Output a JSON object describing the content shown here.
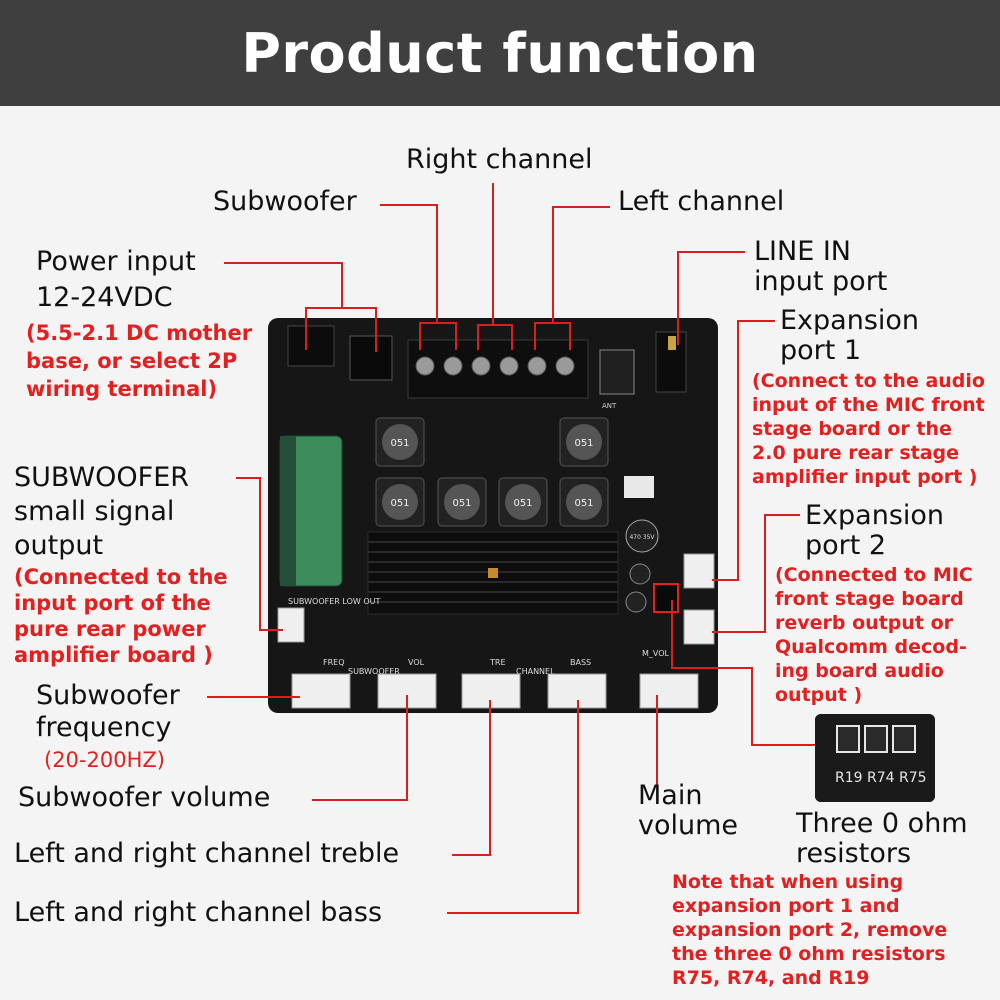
{
  "header": {
    "title": "Product function"
  },
  "labels": {
    "right_channel": "Right channel",
    "subwoofer": "Subwoofer",
    "left_channel": "Left channel",
    "power_input_line1": "Power input",
    "power_input_line2": "12-24VDC",
    "power_input_note_line1": "(5.5-2.1 DC mother",
    "power_input_note_line2": "base, or select 2P",
    "power_input_note_line3": "wiring terminal)",
    "line_in_line1": "LINE IN",
    "line_in_line2": "input port",
    "expansion1_line1": "Expansion",
    "expansion1_line2": "port 1",
    "expansion1_note_line1": "(Connect to the audio",
    "expansion1_note_line2": "input of the MIC front",
    "expansion1_note_line3": "stage board or the",
    "expansion1_note_line4": "2.0 pure rear stage",
    "expansion1_note_line5": "amplifier input port )",
    "sub_out_line1": "SUBWOOFER",
    "sub_out_line2": "small signal",
    "sub_out_line3": "output",
    "sub_out_note_line1": "(Connected to the",
    "sub_out_note_line2": "input port of the",
    "sub_out_note_line3": "pure rear power",
    "sub_out_note_line4": "amplifier board )",
    "expansion2_line1": "Expansion",
    "expansion2_line2": "port 2",
    "expansion2_note_line1": "(Connected to MIC",
    "expansion2_note_line2": "front stage board",
    "expansion2_note_line3": "reverb output or",
    "expansion2_note_line4": "Qualcomm decod-",
    "expansion2_note_line5": "ing board audio",
    "expansion2_note_line6": "output )",
    "sub_freq_line1": "Subwoofer",
    "sub_freq_line2": "frequency",
    "sub_freq_note": "(20-200HZ)",
    "sub_volume": "Subwoofer volume",
    "main_volume_line1": "Main",
    "main_volume_line2": "volume",
    "treble": "Left and right channel treble",
    "bass": "Left and right channel bass",
    "resistors_line1": "Three 0 ohm",
    "resistors_line2": "resistors",
    "resistors_note_line1": "Note that when using",
    "resistors_note_line2": "expansion port 1 and",
    "resistors_note_line3": "expansion port 2, remove",
    "resistors_note_line4": "the three 0 ohm resistors",
    "resistors_note_line5": "R75, R74, and R19"
  },
  "board_silkscreen": {
    "sub_low_out": "SUBWOOFER LOW OUT",
    "freq": "FREQ",
    "subwoofer": "SUBWOOFER",
    "vol": "VOL",
    "tre": "TRE",
    "channel": "CHANNEL",
    "bass": "BASS",
    "m_vol": "M_VOL",
    "ant": "ANT",
    "inductor_marking": "051",
    "cap_marking": "470 35V",
    "r19": "R19",
    "r74": "R74",
    "r75": "R75"
  },
  "colors": {
    "header_bg": "#3f3f3f",
    "accent_red": "#e41f1f",
    "board_black": "#161616",
    "pointer_red": "#d91e1e"
  }
}
